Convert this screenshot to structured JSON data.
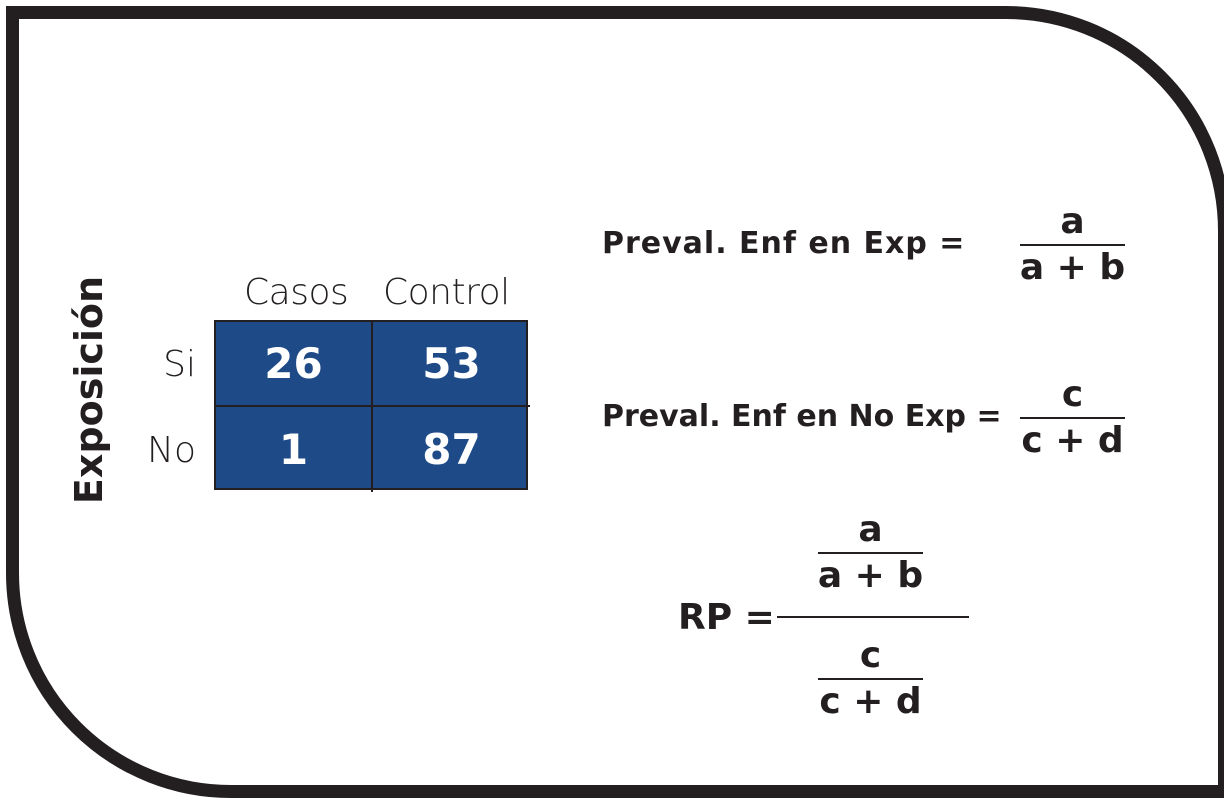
{
  "table": {
    "axis_label": "Exposición",
    "columns": [
      "Casos",
      "Control"
    ],
    "rows": [
      {
        "label": "Si",
        "values": [
          "26",
          "53"
        ]
      },
      {
        "label": "No",
        "values": [
          "1",
          "87"
        ]
      }
    ],
    "cell_color": "#1e4a87"
  },
  "formulas": {
    "exposed": {
      "label": "Preval. Enf en Exp =",
      "numerator": "a",
      "denominator": "a + b"
    },
    "unexposed": {
      "label": "Preval. Enf en No Exp =",
      "numerator": "c",
      "denominator": "c + d"
    },
    "rp": {
      "label": "RP =",
      "top": {
        "numerator": "a",
        "denominator": "a + b"
      },
      "bottom": {
        "numerator": "c",
        "denominator": "c + d"
      }
    }
  }
}
